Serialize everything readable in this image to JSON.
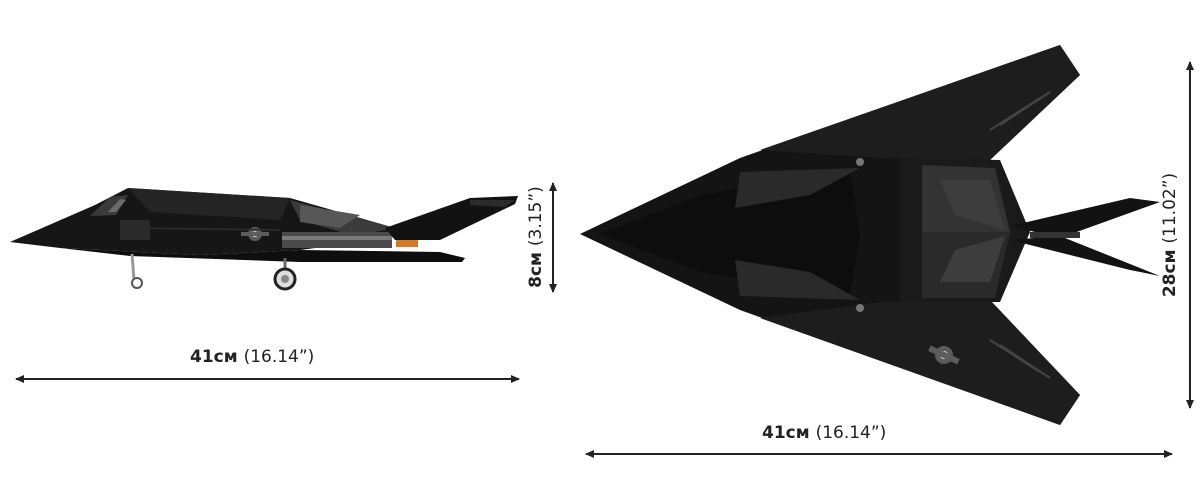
{
  "product": {
    "side_view": {
      "length_label": "41см",
      "length_imperial": "(16.14”)",
      "height_label": "8см",
      "height_imperial": "(3.15”)"
    },
    "top_view": {
      "length_label": "41см",
      "length_imperial": "(16.14”)",
      "width_label": "28см",
      "width_imperial": "(11.02”)"
    }
  },
  "colors": {
    "aircraft": "#151515",
    "panel": "#2b2b2b",
    "dimension_line": "#222222"
  }
}
